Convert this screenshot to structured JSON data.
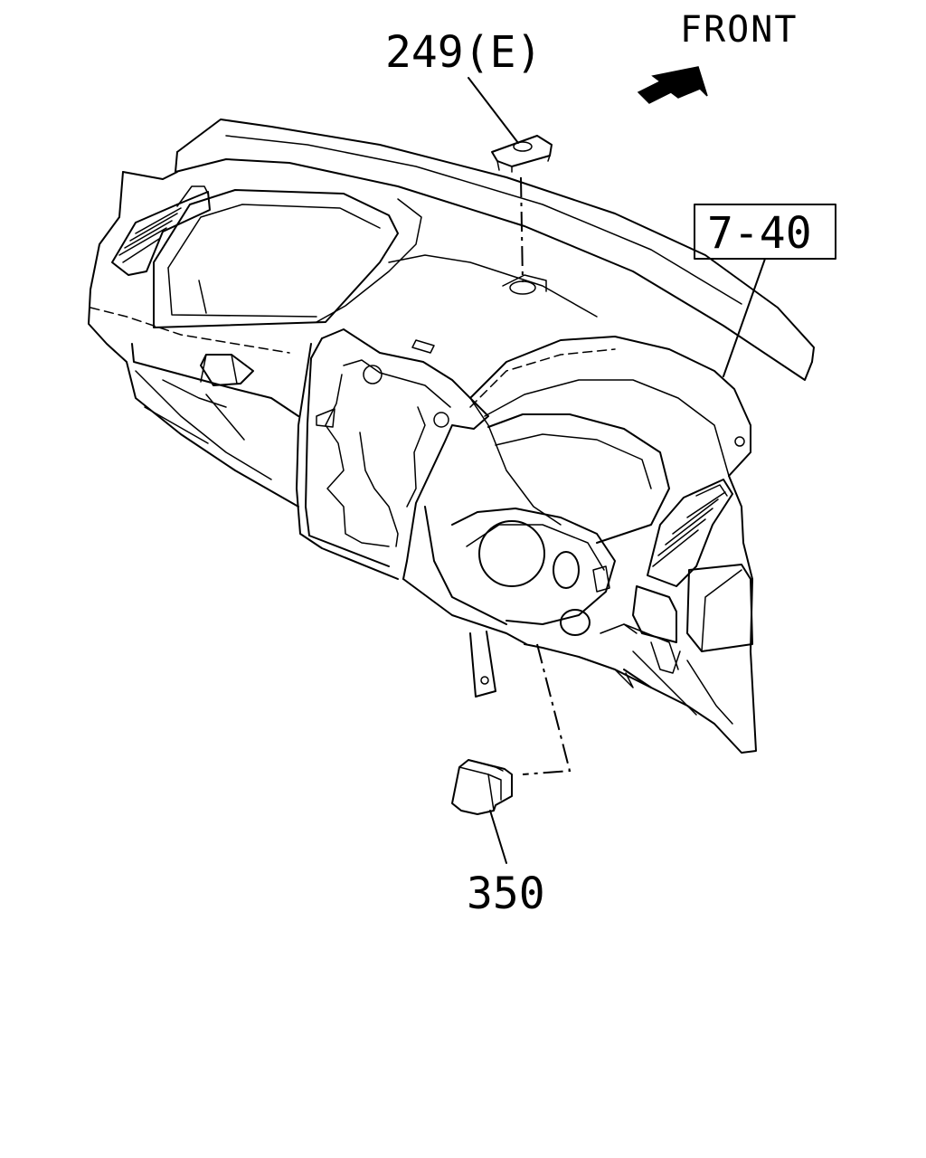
{
  "labels": {
    "part_249": "249(E)",
    "part_740": "7-40",
    "part_350": "350",
    "front": "FRONT"
  },
  "colors": {
    "line": "#000000",
    "background": "#ffffff"
  },
  "icons": {
    "direction": "front-arrow-icon"
  }
}
